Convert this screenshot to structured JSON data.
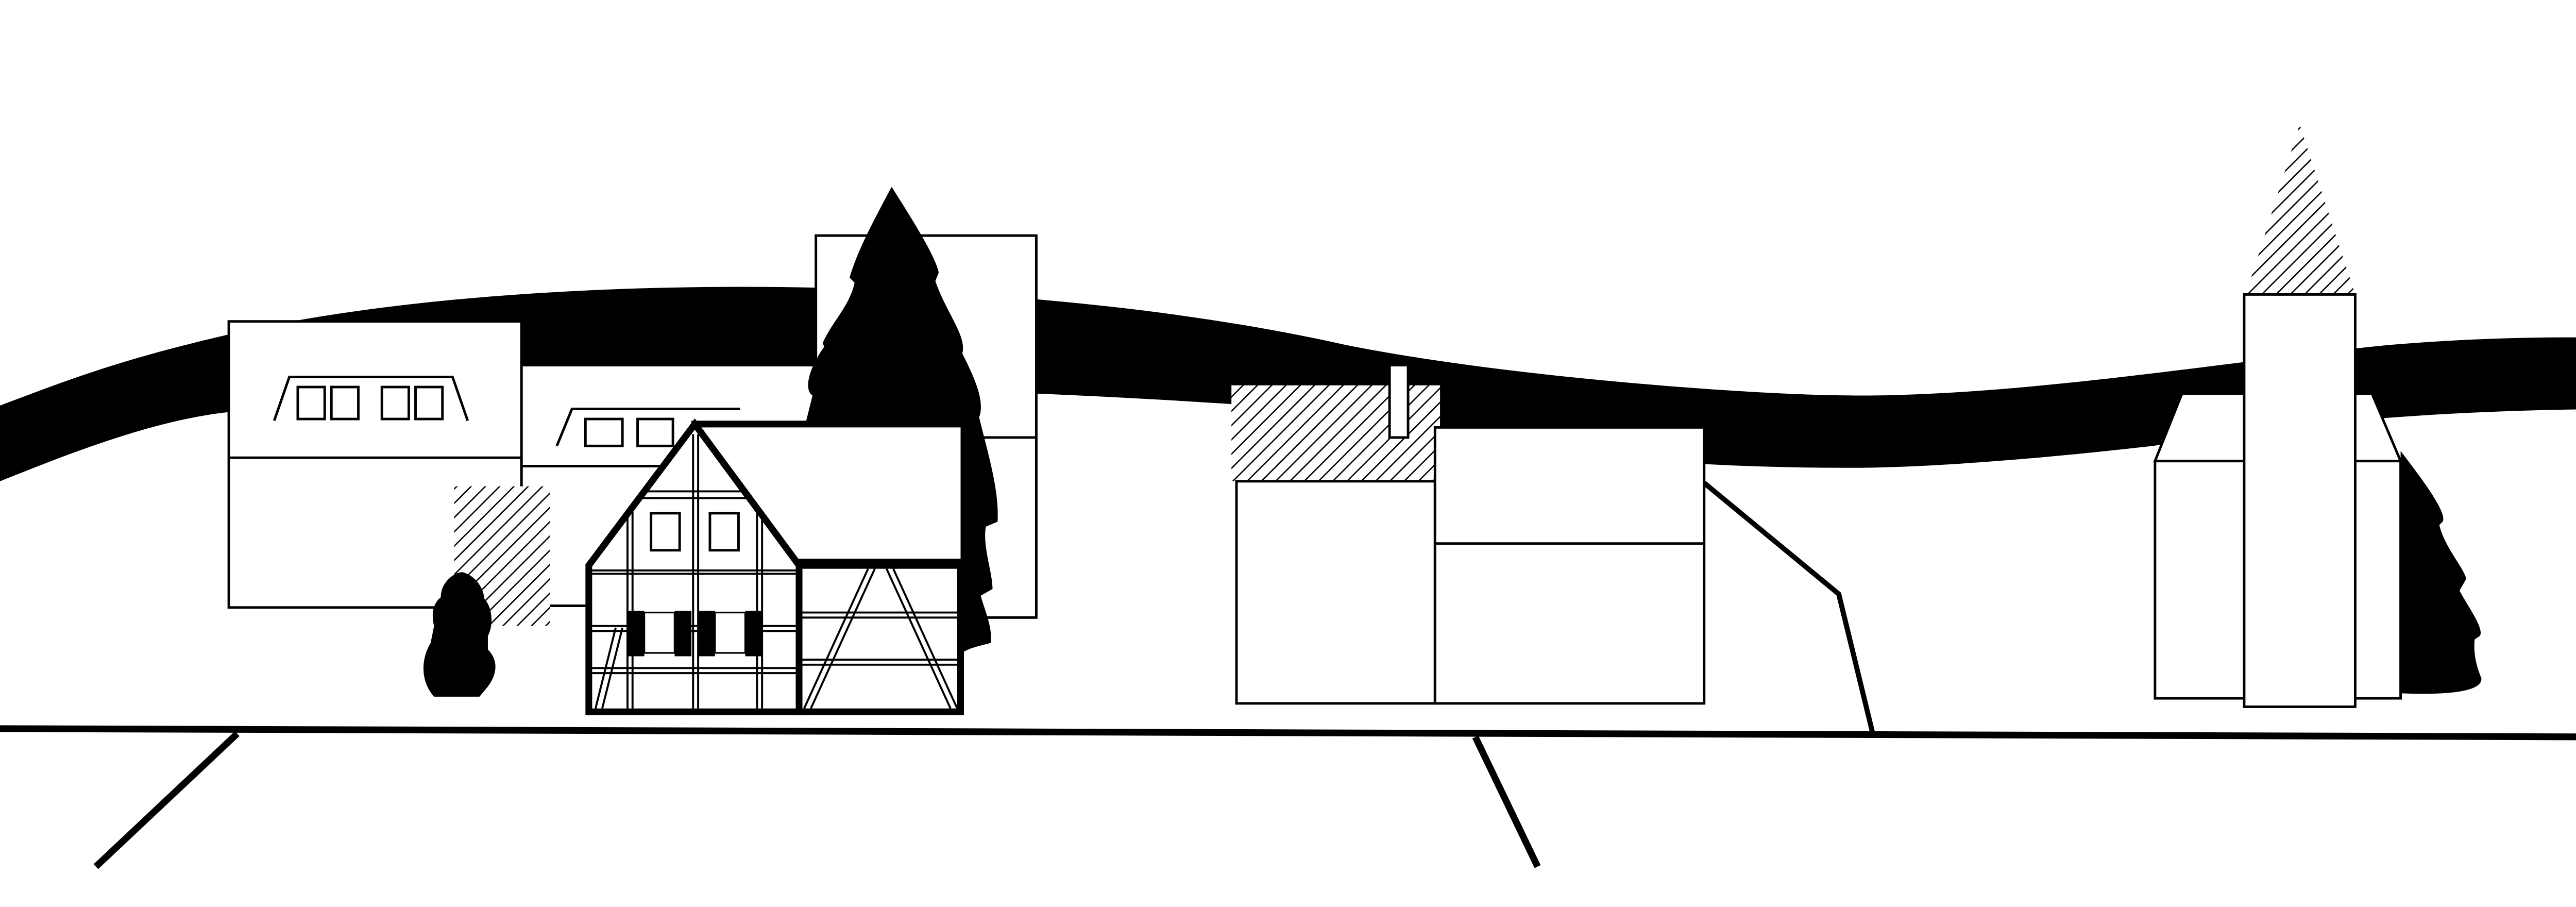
{
  "scene": {
    "colors": {
      "ink": "#000000",
      "paper": "#ffffff"
    },
    "elements": [
      "road-band",
      "ground-line",
      "office-building",
      "half-timbered-house",
      "fir-tree",
      "bush",
      "warehouse",
      "church-tower"
    ]
  }
}
